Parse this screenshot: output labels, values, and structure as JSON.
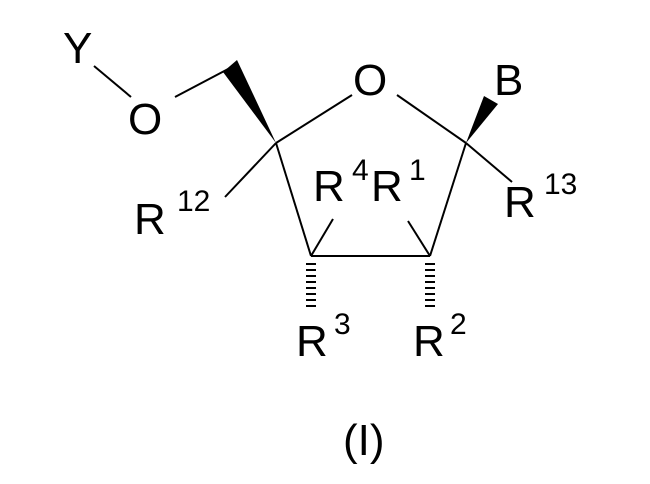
{
  "labels": {
    "Y": "Y",
    "O_ether": "O",
    "O_ring": "O",
    "B": "B",
    "R": "R",
    "R12_sup": "12",
    "R13_sup": "13",
    "R4_sup": "4",
    "R1_sup": "1",
    "R3_sup": "3",
    "R2_sup": "2",
    "caption": "(I)"
  },
  "colors": {
    "ink": "#000000",
    "background": "#ffffff"
  }
}
